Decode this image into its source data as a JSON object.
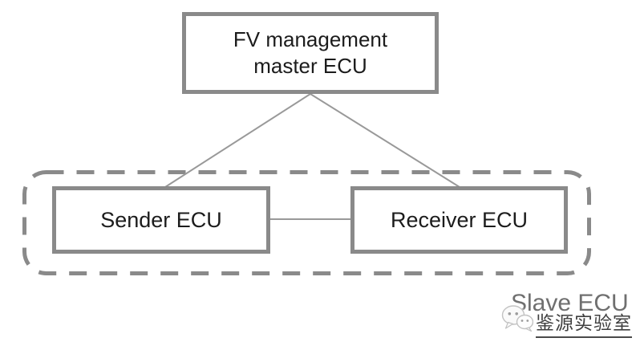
{
  "diagram": {
    "nodes": {
      "master": {
        "label": "FV management\nmaster ECU"
      },
      "sender": {
        "label": "Sender ECU"
      },
      "receiver": {
        "label": "Receiver ECU"
      }
    },
    "group": {
      "label": "Slave ECU"
    },
    "connections": [
      {
        "from": "master",
        "to": "sender"
      },
      {
        "from": "master",
        "to": "receiver"
      },
      {
        "from": "sender",
        "to": "receiver"
      }
    ]
  },
  "watermark": {
    "text": "鉴源实验室",
    "icon": "wechat-icon"
  },
  "colors": {
    "box_border": "#8a8a8a",
    "dashed_border": "#8a8a8a",
    "connector_line": "#999999",
    "node_text": "#1c1c1c",
    "group_label_text": "#6f6f6f",
    "watermark_text": "#3f3f3f",
    "background": "#ffffff"
  }
}
